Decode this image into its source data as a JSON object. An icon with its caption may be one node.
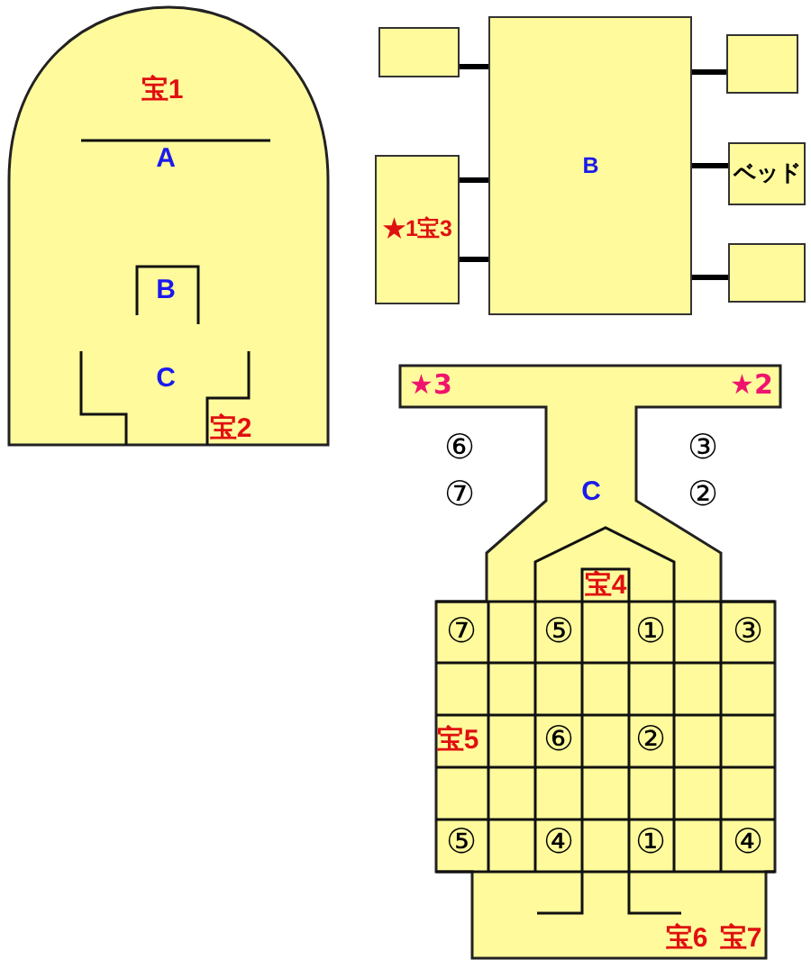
{
  "diagram": {
    "nodes": [
      {
        "text": [
          "宝1",
          "A",
          "B",
          "C",
          "宝2"
        ]
      },
      {
        "text": [
          "B"
        ]
      },
      {
        "text": [],
        "shape": "box"
      },
      {
        "text": [
          "★1宝3"
        ]
      },
      {
        "text": [],
        "shape": "box"
      },
      {
        "text": [
          "ベッド"
        ]
      },
      {
        "text": [],
        "shape": "box"
      },
      {
        "text": [
          "★3",
          "★2",
          "C",
          "宝4",
          "宝5",
          "宝6",
          "宝7"
        ]
      }
    ],
    "edges": [
      {
        "from": 2,
        "to": 1,
        "arrow": "none"
      },
      {
        "from": 3,
        "to": 1,
        "arrow": "none"
      },
      {
        "from": 3,
        "to": 1,
        "arrow": "none"
      },
      {
        "from": 4,
        "to": 1,
        "arrow": "none"
      },
      {
        "from": 5,
        "to": 1,
        "arrow": "none"
      },
      {
        "from": 6,
        "to": 1,
        "arrow": "none"
      }
    ],
    "labels": [
      "⑥",
      "③",
      "⑦",
      "②",
      "⑦",
      "⑤",
      "①",
      "③",
      "⑥",
      "②",
      "⑤",
      "④",
      "①",
      "④"
    ]
  }
}
